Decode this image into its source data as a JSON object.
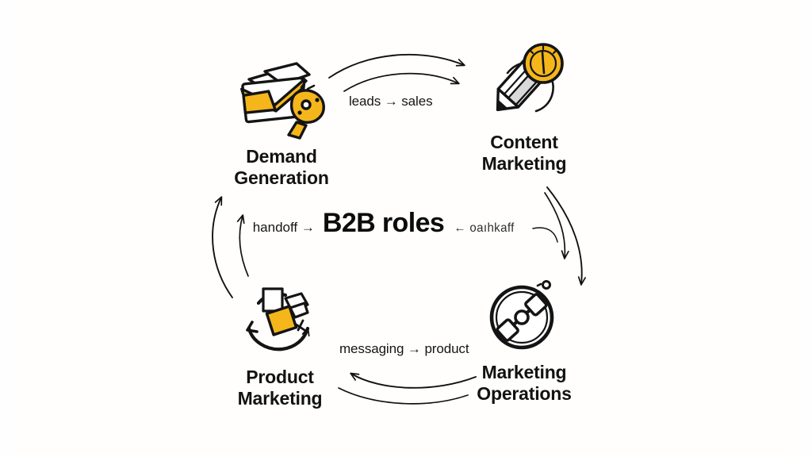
{
  "diagram": {
    "center_title": "B2B roles",
    "center_label_left": "handoff →",
    "center_label_right": "← oaıhkaff",
    "background_color": "#fefefe",
    "accent_color": "#f5b61c",
    "stroke_color": "#111111"
  },
  "nodes": [
    {
      "id": "demand-generation",
      "label": "Demand\nGeneration",
      "icon": "envelope-megaphone-icon"
    },
    {
      "id": "content-marketing",
      "label": "Content\nMarketing",
      "icon": "pencil-clock-icon"
    },
    {
      "id": "product-marketing",
      "label": "Product\nMarketing",
      "icon": "refresh-package-icon"
    },
    {
      "id": "marketing-operations",
      "label": "Marketing\nOperations",
      "icon": "settings-dial-icon"
    }
  ],
  "arcs": [
    {
      "id": "leads-sales",
      "label": "leads → sales",
      "from": "demand-generation",
      "to": "content-marketing"
    },
    {
      "id": "messaging-product",
      "label": "messaging → product",
      "from": "marketing-operations",
      "to": "product-marketing"
    }
  ]
}
